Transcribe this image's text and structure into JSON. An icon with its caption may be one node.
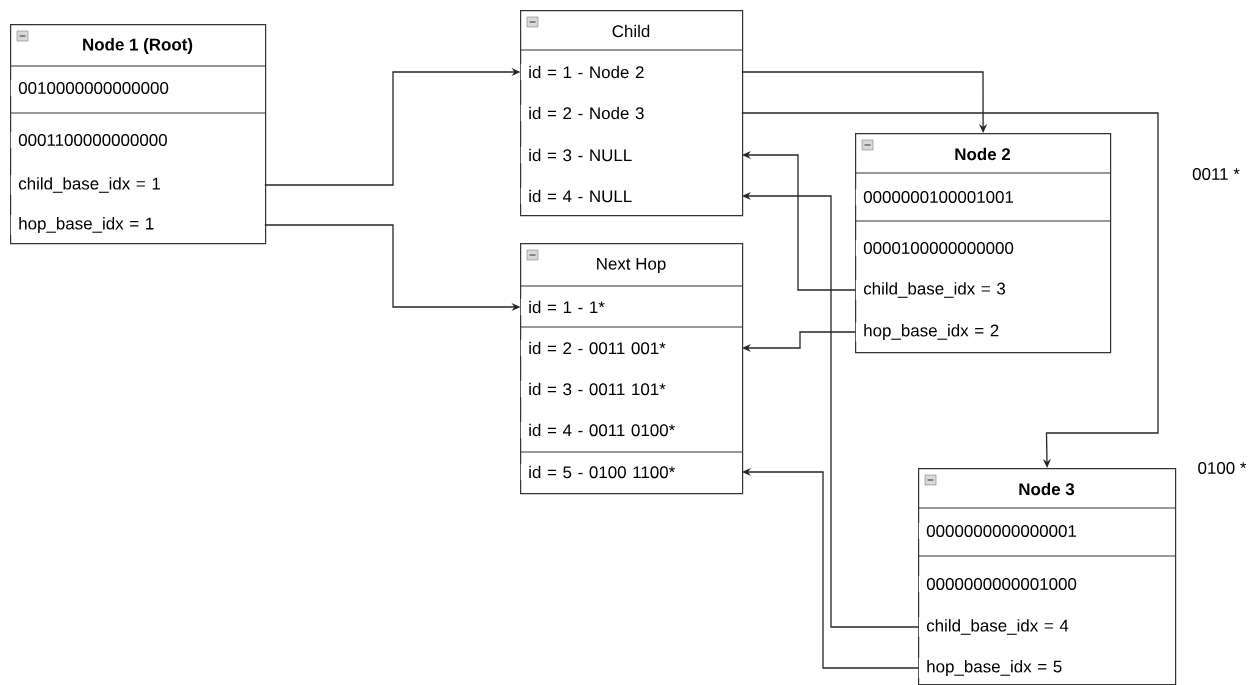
{
  "diagram": {
    "nodes": [
      {
        "text": [
          "Node 1 (Root)"
        ]
      },
      {
        "text": [
          "0010000000000000"
        ],
        "in": 0
      },
      {
        "text": [
          "0001100000000000"
        ],
        "in": 0
      },
      {
        "text": [
          "child_base_idx = 1"
        ],
        "in": 0
      },
      {
        "text": [
          "hop_base_idx = 1"
        ],
        "in": 0
      },
      {
        "text": [
          "Child"
        ]
      },
      {
        "text": [
          "id = 1 - Node 2"
        ],
        "in": 5
      },
      {
        "text": [
          "id = 2 - Node 3"
        ],
        "in": 5
      },
      {
        "text": [
          "id = 3 - NULL"
        ],
        "in": 5
      },
      {
        "text": [
          "id = 4 - NULL"
        ],
        "in": 5
      },
      {
        "text": [
          "Next Hop"
        ]
      },
      {
        "text": [
          "id = 1 - 1*"
        ],
        "in": 10
      },
      {
        "text": [
          "id = 2 - 0011 001*"
        ],
        "in": 10
      },
      {
        "text": [
          "id = 3 - 0011 101*"
        ],
        "in": 10
      },
      {
        "text": [
          "id = 4 - 0011 0100*"
        ],
        "in": 10
      },
      {
        "text": [
          "id = 5 - 0100 1100*"
        ],
        "in": 10
      },
      {
        "text": [
          "Node 2"
        ]
      },
      {
        "text": [
          "0000000100001001"
        ],
        "in": 16
      },
      {
        "text": [
          "0000100000000000"
        ],
        "in": 16
      },
      {
        "text": [
          "child_base_idx = 3"
        ],
        "in": 16
      },
      {
        "text": [
          "hop_base_idx = 2"
        ],
        "in": 16
      },
      {
        "text": [
          "Node 3"
        ]
      },
      {
        "text": [
          "0000000000000001"
        ],
        "in": 21
      },
      {
        "text": [
          "0000000000001000"
        ],
        "in": 21
      },
      {
        "text": [
          "child_base_idx = 4"
        ],
        "in": 21
      },
      {
        "text": [
          "hop_base_idx = 5"
        ],
        "in": 21
      }
    ],
    "edges": [
      {
        "from": 3,
        "to": 6,
        "arrow": "to"
      },
      {
        "from": 4,
        "to": 11,
        "arrow": "to"
      },
      {
        "from": 6,
        "to": 16,
        "arrow": "to"
      },
      {
        "from": 7,
        "to": 21,
        "arrow": "to"
      },
      {
        "from": 19,
        "to": 8,
        "arrow": "to"
      },
      {
        "from": 20,
        "to": 12,
        "arrow": "to"
      },
      {
        "from": 24,
        "to": 9,
        "arrow": "to"
      },
      {
        "from": 25,
        "to": 15,
        "arrow": "to"
      }
    ],
    "labels": [
      "0011 *",
      "0100 *"
    ]
  }
}
